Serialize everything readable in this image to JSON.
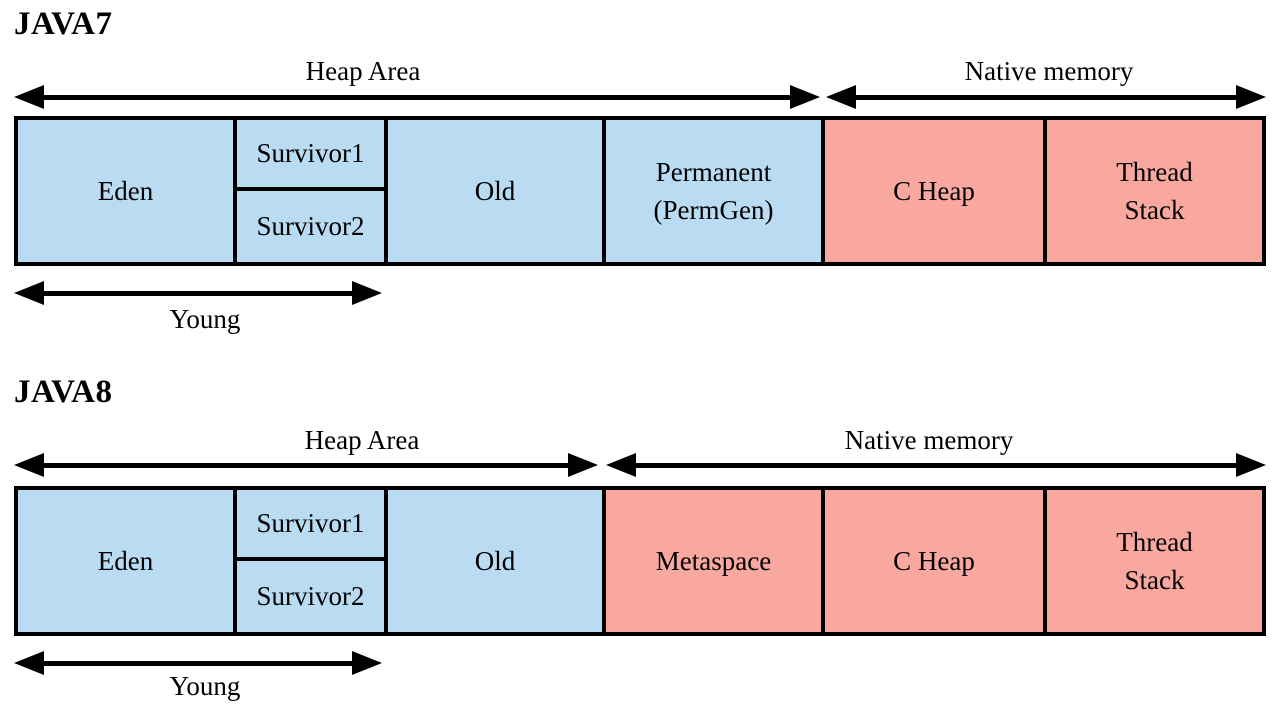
{
  "colors": {
    "heap_region": "#b9dcf2",
    "native_region": "#f9a8a0",
    "outline": "#000000",
    "background": "#ffffff"
  },
  "sections": [
    {
      "title": "JAVA7",
      "heap_arrow_label": "Heap Area",
      "native_arrow_label": "Native memory",
      "young_arrow_label": "Young",
      "boxes": {
        "eden": {
          "label": "Eden"
        },
        "survivor1": {
          "label": "Survivor1"
        },
        "survivor2": {
          "label": "Survivor2"
        },
        "old": {
          "label": "Old"
        },
        "permanent": {
          "line1": "Permanent",
          "line2": "(PermGen)"
        },
        "c_heap": {
          "label": "C Heap"
        },
        "thread_stack": {
          "line1": "Thread",
          "line2": "Stack"
        }
      }
    },
    {
      "title": "JAVA8",
      "heap_arrow_label": "Heap Area",
      "native_arrow_label": "Native memory",
      "young_arrow_label": "Young",
      "boxes": {
        "eden": {
          "label": "Eden"
        },
        "survivor1": {
          "label": "Survivor1"
        },
        "survivor2": {
          "label": "Survivor2"
        },
        "old": {
          "label": "Old"
        },
        "metaspace": {
          "label": "Metaspace"
        },
        "c_heap": {
          "label": "C Heap"
        },
        "thread_stack": {
          "line1": "Thread",
          "line2": "Stack"
        }
      }
    }
  ]
}
